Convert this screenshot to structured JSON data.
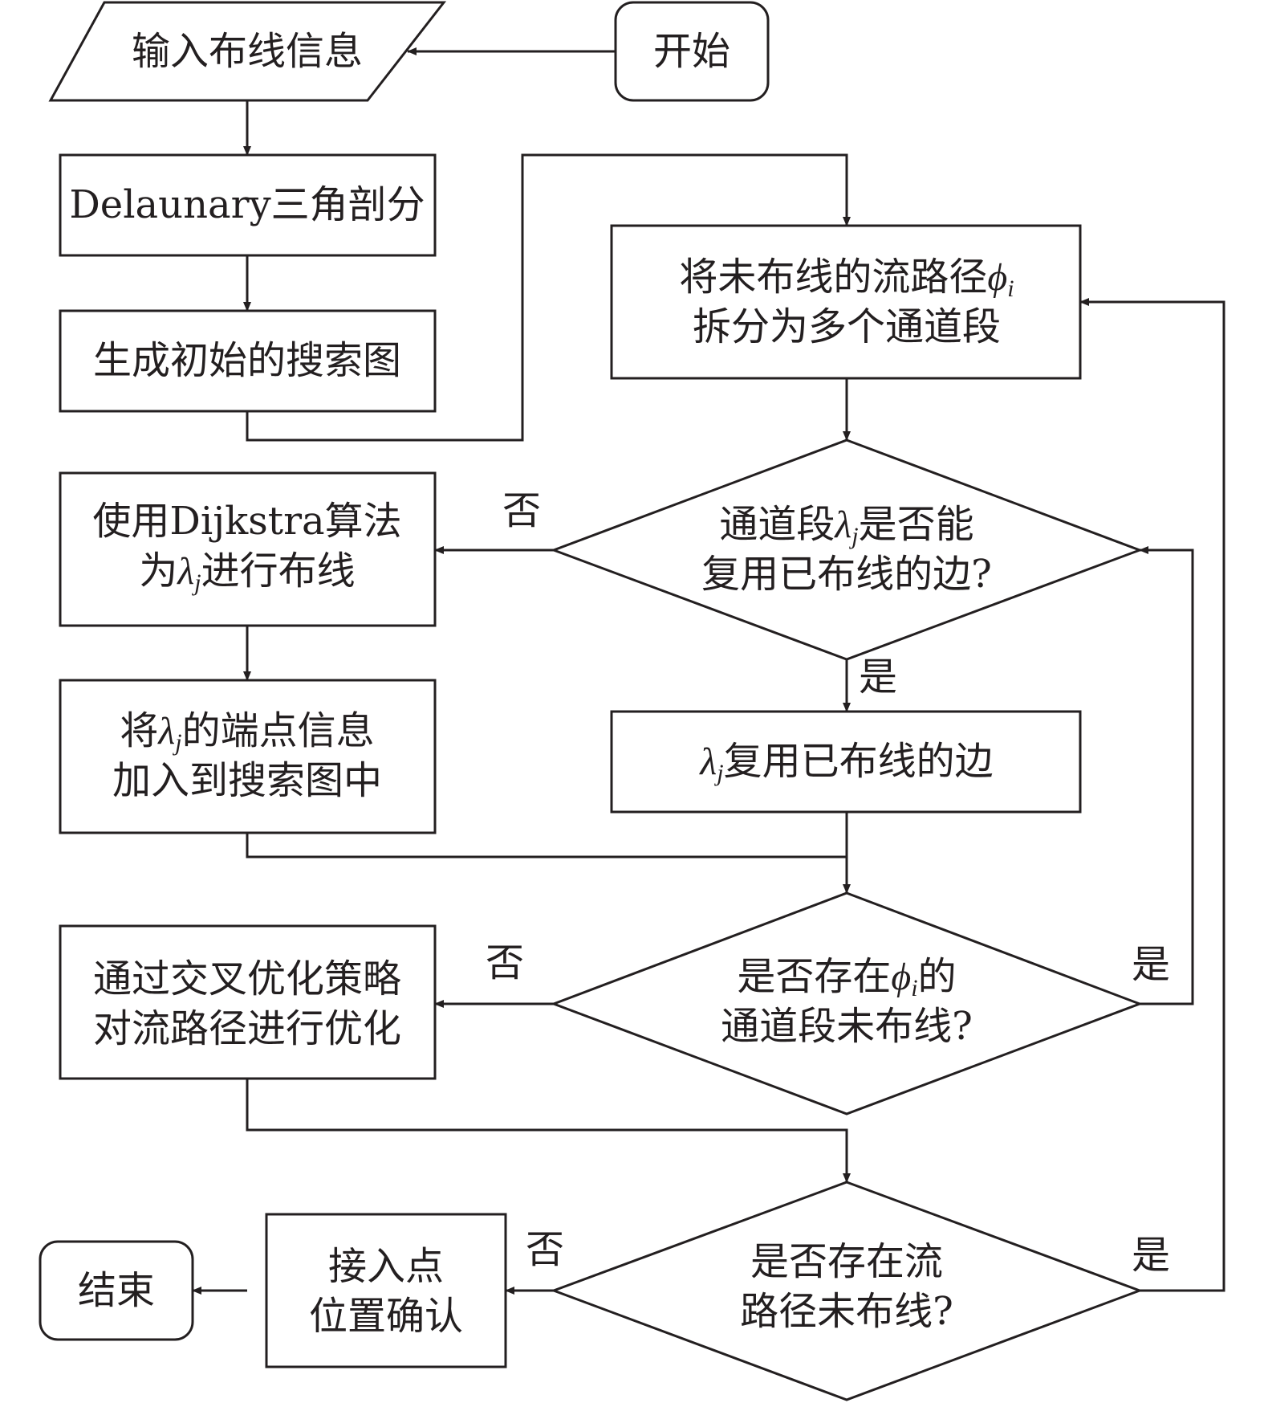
{
  "nodes": {
    "start": "开始",
    "input": "输入布线信息",
    "delaunay": "Delaunary三角剖分",
    "gen_graph": "生成初始的搜索图",
    "split": {
      "line1_prefix": "将未布线的流路径",
      "phi": "ϕ",
      "phi_sub": "i",
      "line2": "拆分为多个通道段"
    },
    "reuse_q": {
      "line1_prefix": "通道段",
      "lambda": "λ",
      "lambda_sub": "j",
      "line1_suffix": "是否能",
      "line2": "复用已布线的边?"
    },
    "dijkstra": {
      "line1": "使用Dijkstra算法",
      "line2_prefix": "为",
      "lambda": "λ",
      "lambda_sub": "j",
      "line2_suffix": "进行布线"
    },
    "reuse": {
      "lambda": "λ",
      "lambda_sub": "j",
      "text": "复用已布线的边"
    },
    "add_endpoints": {
      "line1_prefix": "将",
      "lambda": "λ",
      "lambda_sub": "j",
      "line1_suffix": "的端点信息",
      "line2": "加入到搜索图中"
    },
    "remaining_q": {
      "line1_prefix": "是否存在",
      "phi": "ϕ",
      "phi_sub": "i",
      "line1_suffix": "的",
      "line2": "通道段未布线?"
    },
    "optimize": {
      "line1": "通过交叉优化策略",
      "line2": "对流路径进行优化"
    },
    "paths_q": {
      "line1": "是否存在流",
      "line2": "路径未布线?"
    },
    "access_point": {
      "line1": "接入点",
      "line2": "位置确认"
    },
    "end": "结束"
  },
  "edge_labels": {
    "no": "否",
    "yes": "是"
  }
}
